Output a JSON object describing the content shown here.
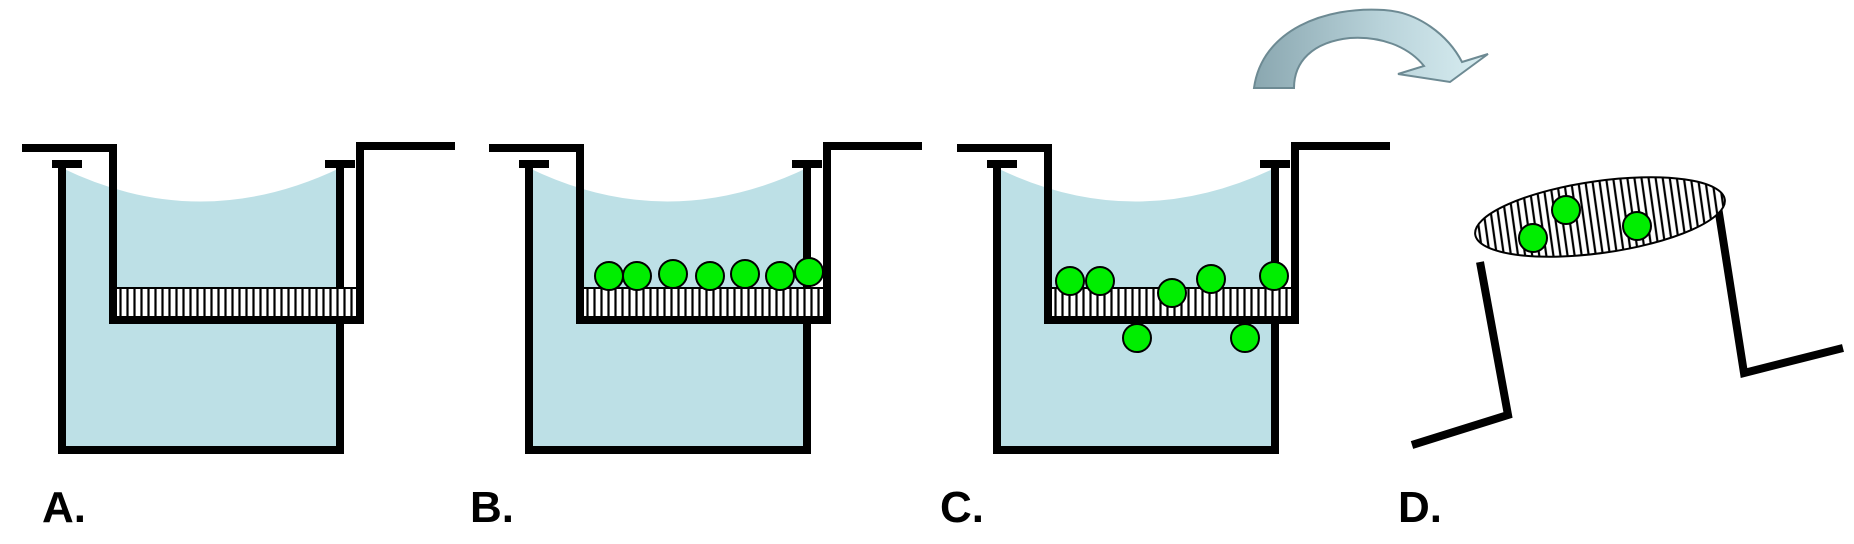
{
  "panels": [
    {
      "id": "A",
      "label": "A."
    },
    {
      "id": "B",
      "label": "B."
    },
    {
      "id": "C",
      "label": "C."
    },
    {
      "id": "D",
      "label": "D."
    }
  ],
  "colors": {
    "medium": "#bde0e6",
    "cell": "#00ee00",
    "outline": "#000000",
    "arrow_light": "#d9eef2",
    "arrow_dark": "#8aa7b0"
  },
  "icons": [
    "transwell-insert",
    "migrating-cell",
    "transfer-arrow",
    "excised-membrane"
  ]
}
